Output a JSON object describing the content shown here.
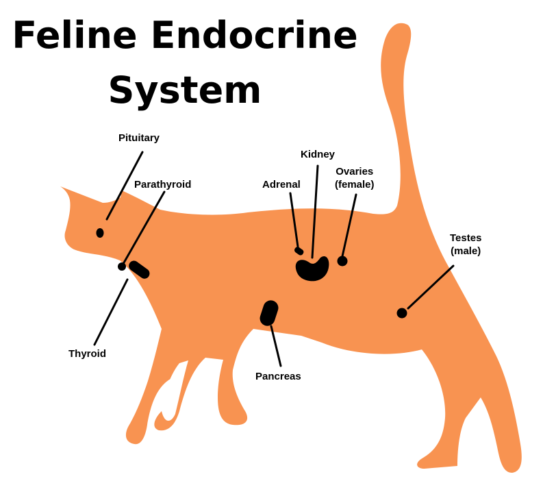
{
  "title": {
    "line1": "Feline Endocrine",
    "line2": "System"
  },
  "labels": {
    "pituitary": "Pituitary",
    "parathyroid": "Parathyroid",
    "thyroid": "Thyroid",
    "adrenal": "Adrenal",
    "kidney": "Kidney",
    "ovaries_line1": "Ovaries",
    "ovaries_line2": "(female)",
    "testes_line1": "Testes",
    "testes_line2": "(male)",
    "pancreas": "Pancreas"
  },
  "colors": {
    "body": "#F89351",
    "organ": "#000000",
    "background": "#FFFFFF"
  }
}
